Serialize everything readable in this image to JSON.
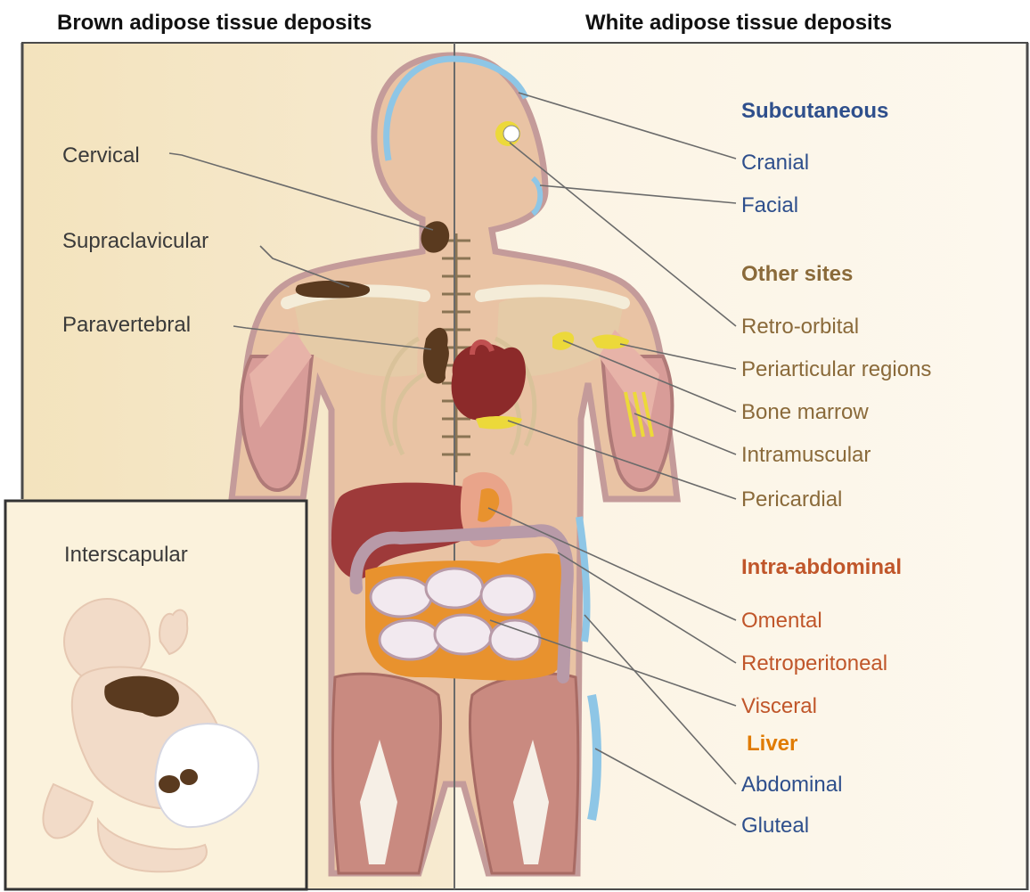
{
  "headers": {
    "brown": "Brown adipose tissue deposits",
    "white": "White adipose tissue deposits"
  },
  "brown_labels": {
    "cervical": "Cervical",
    "supraclavicular": "Supraclavicular",
    "paravertebral": "Paravertebral",
    "interscapular": "Interscapular"
  },
  "white_sections": {
    "subcutaneous": {
      "title": "Subcutaneous",
      "items": [
        "Cranial",
        "Facial"
      ]
    },
    "other_sites": {
      "title": "Other sites",
      "items": [
        "Retro-orbital",
        "Periarticular regions",
        "Bone marrow",
        "Intramuscular",
        "Pericardial"
      ]
    },
    "intra_abdominal": {
      "title": "Intra-abdominal",
      "items": [
        "Omental",
        "Retroperitoneal",
        "Visceral"
      ]
    },
    "liver": "Liver",
    "subcutaneous_lower": [
      "Abdominal",
      "Gluteal"
    ]
  },
  "colors": {
    "subcutaneous": "#2e4f8c",
    "other_sites": "#8a6a3a",
    "intra_abdominal": "#c0562a",
    "liver": "#e07b00",
    "brown_fat": "#5a3a1f",
    "white_fat_yellow": "#ecd93a",
    "white_fat_blue": "#8ec6e6",
    "omental_orange": "#e8922e"
  }
}
